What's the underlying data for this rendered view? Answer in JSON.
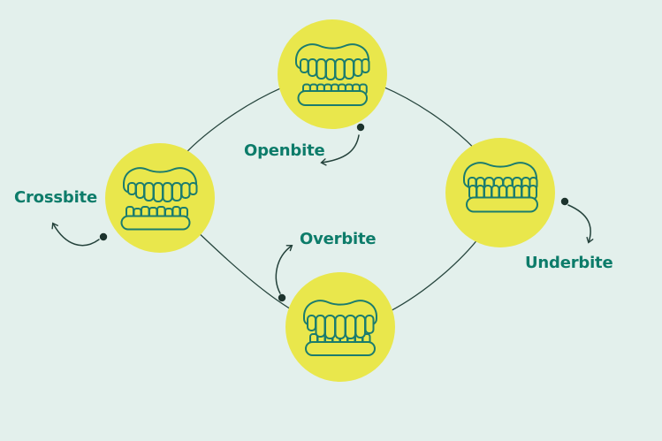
{
  "diagram": {
    "type": "cycle-diagram",
    "nodes": [
      {
        "id": "openbite",
        "label": "Openbite",
        "icon": "openbite-teeth-icon",
        "position": "top"
      },
      {
        "id": "crossbite",
        "label": "Crossbite",
        "icon": "crossbite-teeth-icon",
        "position": "left"
      },
      {
        "id": "overbite",
        "label": "Overbite",
        "icon": "overbite-teeth-icon",
        "position": "bottom"
      },
      {
        "id": "underbite",
        "label": "Underbite",
        "icon": "underbite-teeth-icon",
        "position": "right"
      }
    ],
    "colors": {
      "background": "#e3f0ec",
      "node_fill": "#e9e74c",
      "icon_stroke": "#1b7c6e",
      "label_text": "#0d7c6a",
      "connector_line": "#27463e",
      "arrow_and_dot": "#1c332d"
    }
  }
}
